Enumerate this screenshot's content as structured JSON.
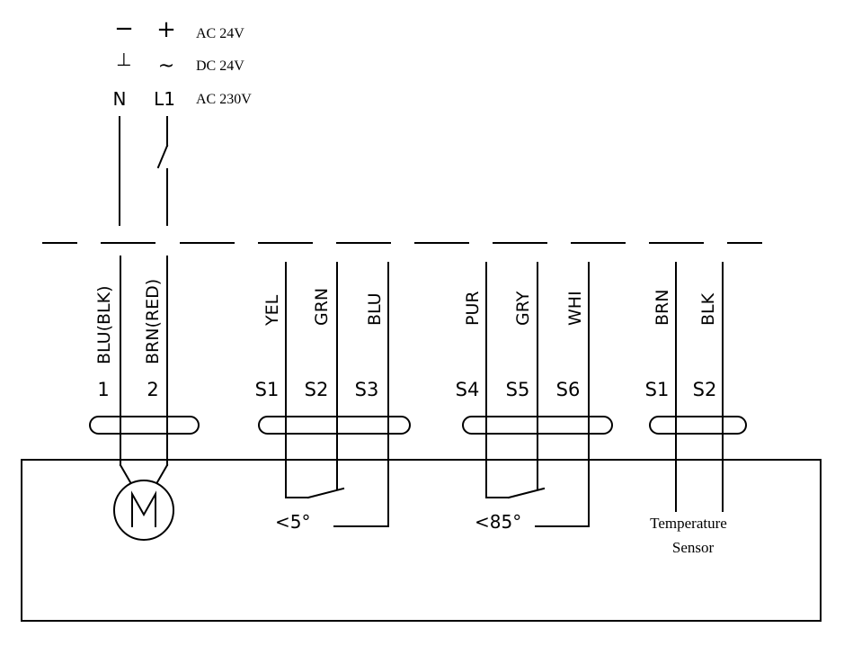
{
  "supply": {
    "sym_minus": "−",
    "sym_plus": "+",
    "sym_ground": "⊥",
    "sym_tilde": "~",
    "sym_n": "N",
    "sym_l1": "L1",
    "ac24": "AC 24V",
    "dc24": "DC 24V",
    "ac230": "AC 230V"
  },
  "motor": {
    "wire1": "BLU(BLK)",
    "wire2": "BRN(RED)",
    "term1": "1",
    "term2": "2"
  },
  "switch1": {
    "wires": [
      "YEL",
      "GRN",
      "BLU"
    ],
    "terms": [
      "S1",
      "S2",
      "S3"
    ],
    "angle": "<5°"
  },
  "switch2": {
    "wires": [
      "PUR",
      "GRY",
      "WHI"
    ],
    "terms": [
      "S4",
      "S5",
      "S6"
    ],
    "angle": "<85°"
  },
  "sensor": {
    "wires": [
      "BRN",
      "BLK"
    ],
    "terms": [
      "S1",
      "S2"
    ],
    "label_line1": "Temperature",
    "label_line2": "Sensor"
  }
}
